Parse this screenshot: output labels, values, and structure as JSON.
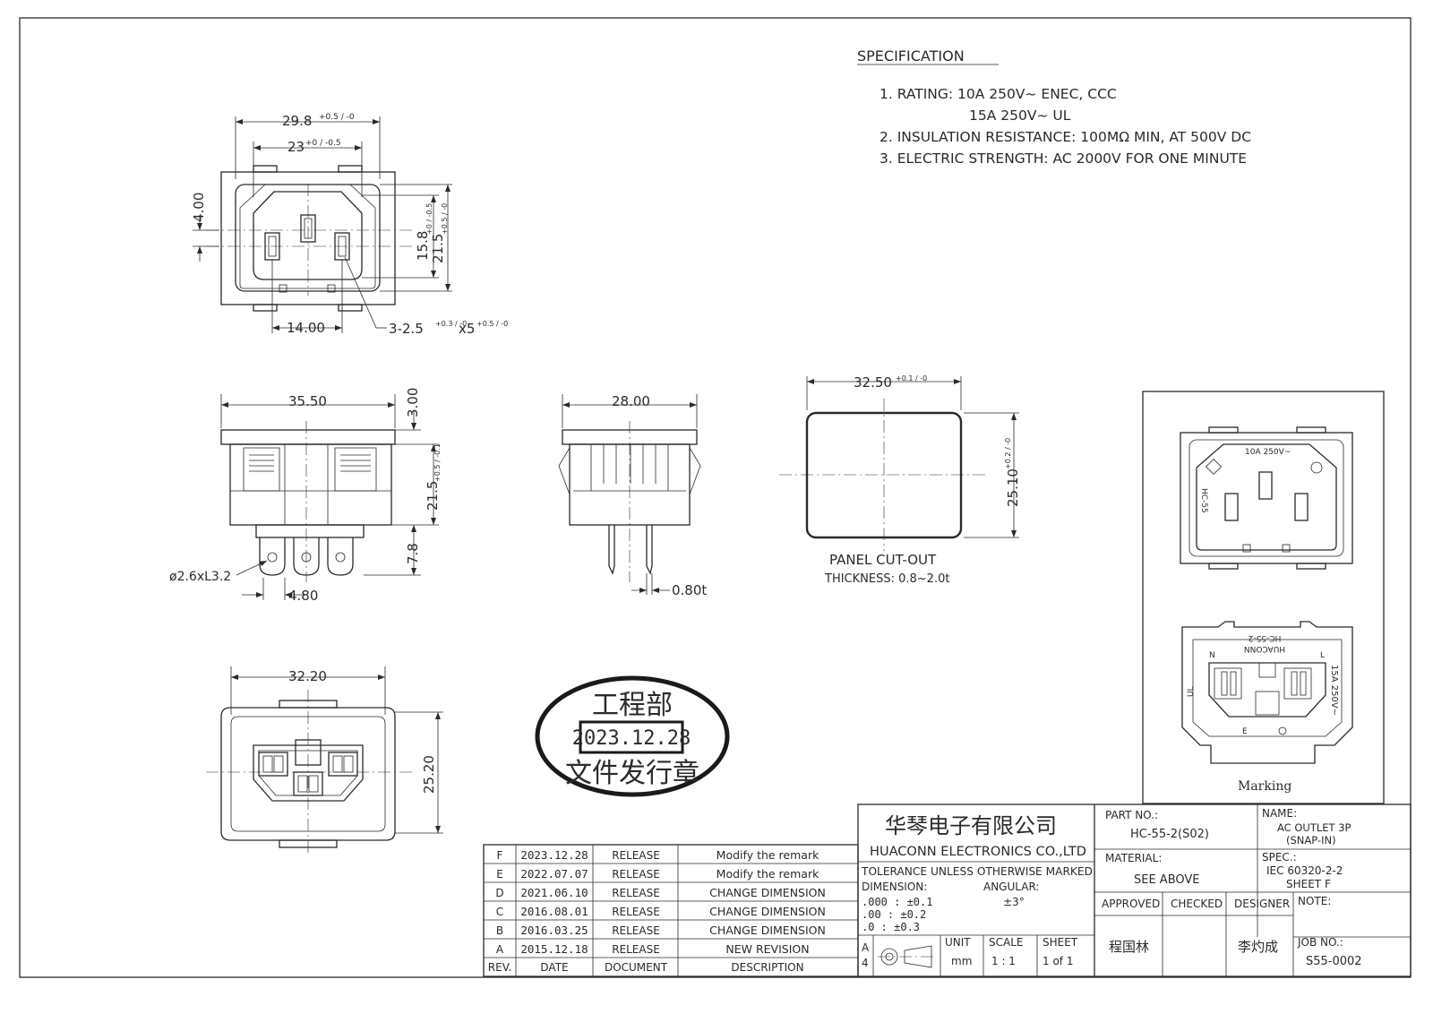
{
  "spec": {
    "heading": "SPECIFICATION",
    "lines": [
      "1. RATING: 10A 250V~ ENEC, CCC",
      "15A 250V~ UL",
      "2. INSULATION RESISTANCE: 100MΩ MIN, AT 500V DC",
      "3. ELECTRIC STRENGTH: AC 2000V FOR ONE MINUTE"
    ]
  },
  "top_view": {
    "dim_width": "29.8",
    "dim_width_tol": "+0.5 / -0",
    "dim_inner": "23",
    "dim_inner_tol": "+0 / -0.5",
    "dim_4": "4.00",
    "dim_158": "15.8",
    "dim_158_tol": "+0 / -0.5",
    "dim_215": "21.5",
    "dim_215_tol": "+0.5 / -0",
    "dim_14": "14.00",
    "dim_holes": "3-2.5",
    "dim_holes_tol1": "+0.3 / -0",
    "dim_holes_x": "x5",
    "dim_holes_tol2": "+0.5 / -0"
  },
  "side_view": {
    "dim_355": "35.50",
    "dim_3": "3.00",
    "dim_215": "21.5",
    "dim_215_tol": "+0.5 / -0.1",
    "dim_78": "7.8",
    "dim_hole": "ø2.6xL3.2",
    "dim_48": "4.80"
  },
  "end_view": {
    "dim_28": "28.00",
    "dim_08": "0.80t"
  },
  "cutout": {
    "dim_325": "32.50",
    "dim_325_tol": "+0.1 / -0",
    "dim_251": "25.10",
    "dim_251_tol": "+0.2 / -0",
    "label": "PANEL CUT-OUT",
    "thickness": "THICKNESS: 0.8~2.0t"
  },
  "bottom_view": {
    "dim_322": "32.20",
    "dim_252": "25.20"
  },
  "stamp": {
    "top": "工程部",
    "date": "2023.12.28",
    "bottom": "文件发行章"
  },
  "marking": {
    "front_rating": "10A 250V~",
    "front_model": "HC-55",
    "rear_brand": "HUACONN",
    "rear_model": "HC-55-2",
    "rear_rating": "15A 250V~",
    "pin_n": "N",
    "pin_l": "L",
    "pin_e": "E",
    "caption": "Marking"
  },
  "title_block": {
    "company_cn": "华琴电子有限公司",
    "company_en": "HUACONN ELECTRONICS CO.,LTD",
    "part_no_label": "PART NO.:",
    "part_no": "HC-55-2(S02)",
    "name_label": "NAME:",
    "name_line1": "AC OUTLET 3P",
    "name_line2": "(SNAP-IN)",
    "material_label": "MATERIAL:",
    "material": "SEE ABOVE",
    "spec_label": "SPEC.:",
    "spec_line1": "IEC 60320-2-2",
    "spec_line2": "SHEET F",
    "tolerance_title": "TOLERANCE UNLESS OTHERWISE MARKED",
    "dimension_label": "DIMENSION:",
    "angular_label": "ANGULAR:",
    "angular_value": "±3°",
    "tol_rows": [
      ".000 : ±0.1",
      ".00 : ±0.2",
      ".0 : ±0.3"
    ],
    "approved_label": "APPROVED",
    "checked_label": "CHECKED",
    "designer_label": "DESIGNER",
    "note_label": "NOTE:",
    "approved_name": "程国林",
    "designer_name": "李灼成",
    "size_a": "A",
    "size_4": "4",
    "unit_label": "UNIT",
    "unit_value": "mm",
    "scale_label": "SCALE",
    "scale_value": "1 : 1",
    "sheet_label": "SHEET",
    "sheet_value": "1 of 1",
    "job_label": "JOB NO.:",
    "job_no": "S55-0002"
  },
  "revisions": {
    "headers": [
      "REV.",
      "DATE",
      "DOCUMENT",
      "DESCRIPTION"
    ],
    "rows": [
      [
        "F",
        "2023.12.28",
        "RELEASE",
        "Modify the remark"
      ],
      [
        "E",
        "2022.07.07",
        "RELEASE",
        "Modify the remark"
      ],
      [
        "D",
        "2021.06.10",
        "RELEASE",
        "CHANGE DIMENSION"
      ],
      [
        "C",
        "2016.08.01",
        "RELEASE",
        "CHANGE DIMENSION"
      ],
      [
        "B",
        "2016.03.25",
        "RELEASE",
        "CHANGE DIMENSION"
      ],
      [
        "A",
        "2015.12.18",
        "RELEASE",
        "NEW REVISION"
      ]
    ]
  }
}
